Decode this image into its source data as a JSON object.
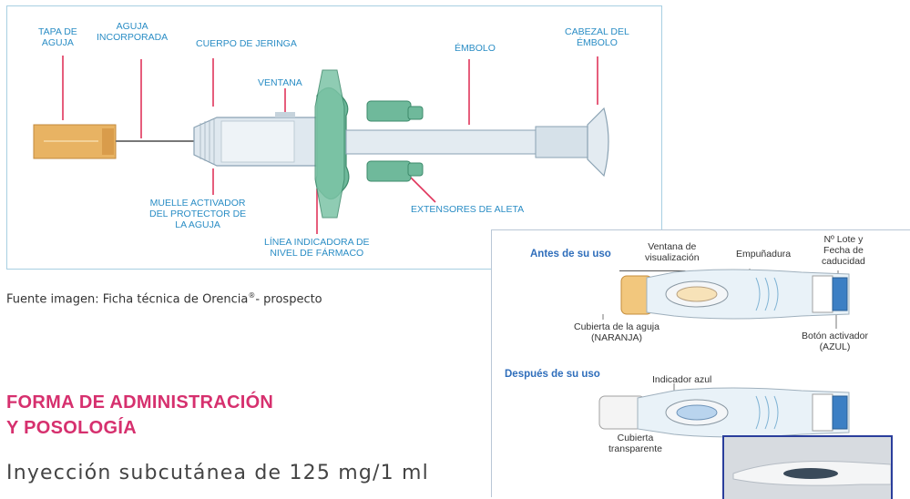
{
  "syringe_diagram": {
    "labels": {
      "needle_cap": "TAPA DE\nAGUJA",
      "needle": "AGUJA\nINCORPORADA",
      "barrel": "CUERPO DE JERINGA",
      "window": "VENTANA",
      "plunger": "ÉMBOLO",
      "plunger_head": "CABEZAL DEL\nÉMBOLO",
      "spring": "MUELLE ACTIVADOR\nDEL PROTECTOR DE\nLA AGUJA",
      "fill_line": "LÍNEA INDICADORA DE\nNIVEL DE FÁRMACO",
      "flange": "EXTENSORES DE ALETA"
    },
    "colors": {
      "label": "#2a8dc5",
      "leader": "#e0355c",
      "flange": "#6fb99b",
      "cap": "#e8b363"
    }
  },
  "caption": {
    "text": "Fuente imagen: Ficha técnica de Orencia",
    "reg": "®",
    "suffix": "- prospecto"
  },
  "section": {
    "heading_line1": "FORMA DE ADMINISTRACIÓN",
    "heading_line2": "Y POSOLOGÍA",
    "body": "Inyección subcutánea de 125 mg/1 ml"
  },
  "pen_diagram": {
    "before_title": "Antes de su uso",
    "after_title": "Después de su uso",
    "labels": {
      "window": "Ventana de\nvisualización",
      "grip": "Empuñadura",
      "lot": "Nº Lote y\nFecha de\ncaducidad",
      "cover": "Cubierta de la aguja\n(NARANJA)",
      "button": "Botón activador\n(AZUL)",
      "indicator": "Indicador azul",
      "clear_cover": "Cubierta\ntransparente"
    }
  }
}
